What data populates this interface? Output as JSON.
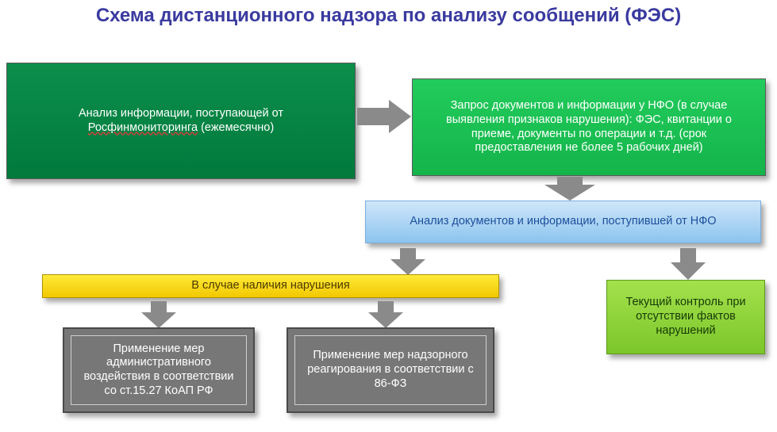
{
  "title": "Схема дистанционного надзора по анализу сообщений (ФЭС)",
  "boxes": {
    "analysis_prefix": "Анализ информации,  поступающей от",
    "analysis_rosfin": "Росфинмониторинга",
    "analysis_suffix": " (ежемесячно)",
    "request": "Запрос документов и информации  у НФО (в случае\nвыявления признаков нарушения): ФЭС, квитанции о\nприеме, документы по операции и т.д. (срок\nпредоставления не более 5 рабочих дней)",
    "doc_analysis": "Анализ документов и информации,  поступившей от НФО",
    "violation": "В случае наличия нарушения",
    "current_control": "Текущий контроль при\nотсутствии фактов\nнарушений",
    "admin_measures": "Применение  мер\nадминистративного\nвоздействия в соответствии\nсо ст.15.27 КоАП РФ",
    "supervisory_measures": "Применение  мер надзорного\nреагирования  в соответствии с\n86-ФЗ"
  },
  "colors": {
    "title": "#3a3aa0",
    "dark_green": "#017a3c",
    "green": "#14b44a",
    "light_blue": "#8cc4ee",
    "yellow": "#f2c800",
    "light_green": "#7cc62b",
    "gray": "#777777",
    "arrow": "#8a8a8a"
  }
}
